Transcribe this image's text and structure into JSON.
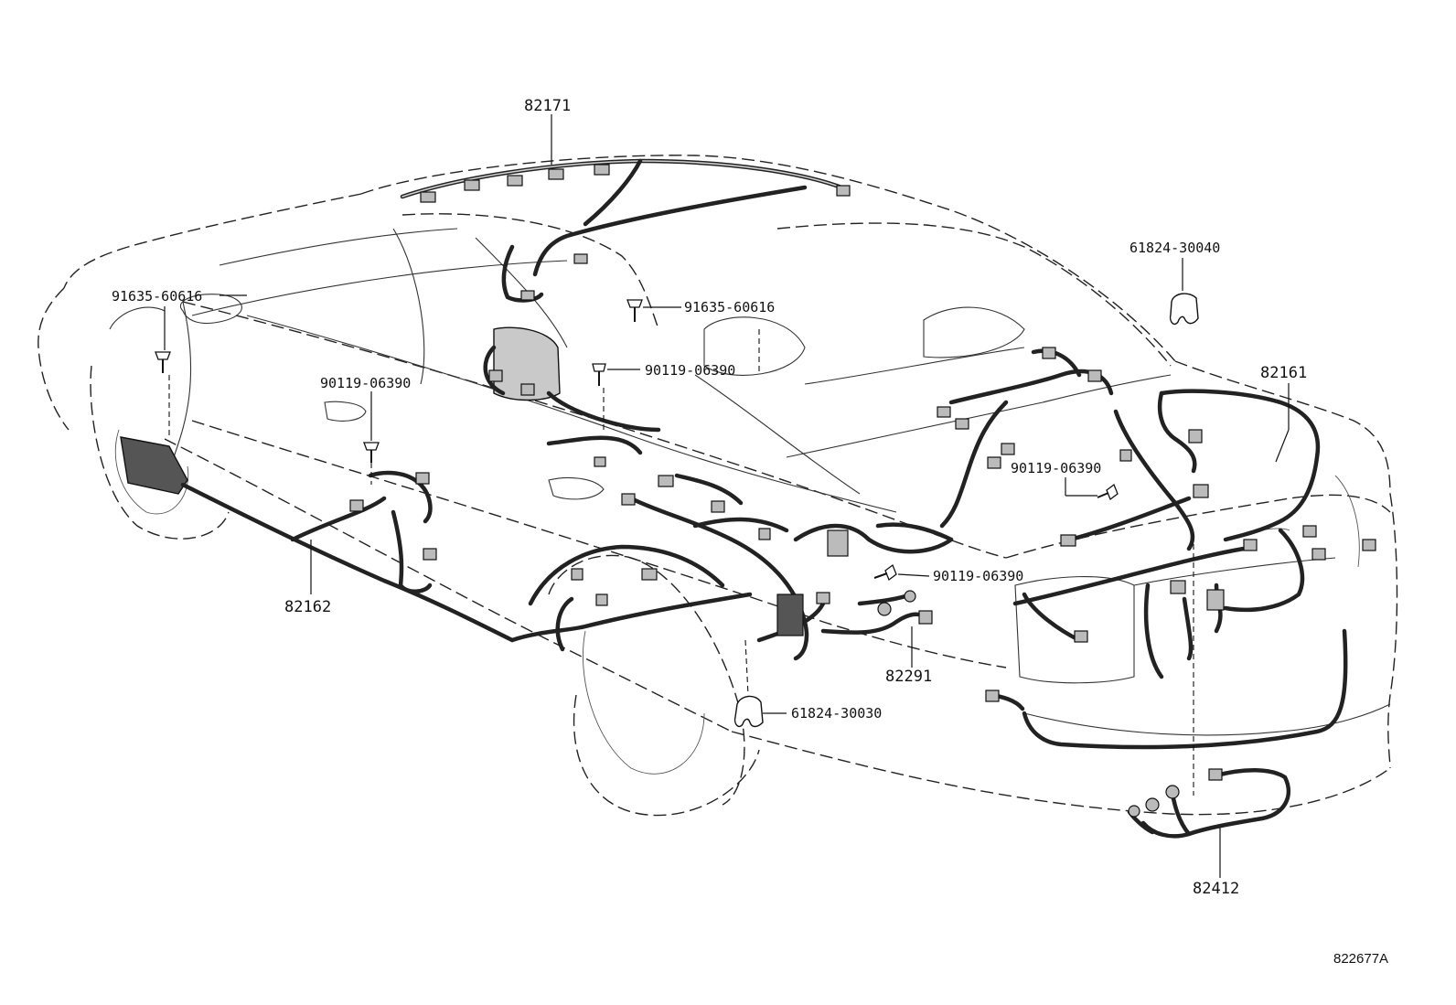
{
  "parts": {
    "p82171": "82171",
    "p82161": "82161",
    "p82162": "82162",
    "p82291": "82291",
    "p82412": "82412",
    "p91635_left": "91635-60616",
    "p91635_center": "91635-60616",
    "p90119_a": "90119-06390",
    "p90119_b": "90119-06390",
    "p90119_c": "90119-06390",
    "p90119_d": "90119-06390",
    "p61824_30040": "61824-30040",
    "p61824_30030": "61824-30030"
  },
  "figure_number": "822677A"
}
